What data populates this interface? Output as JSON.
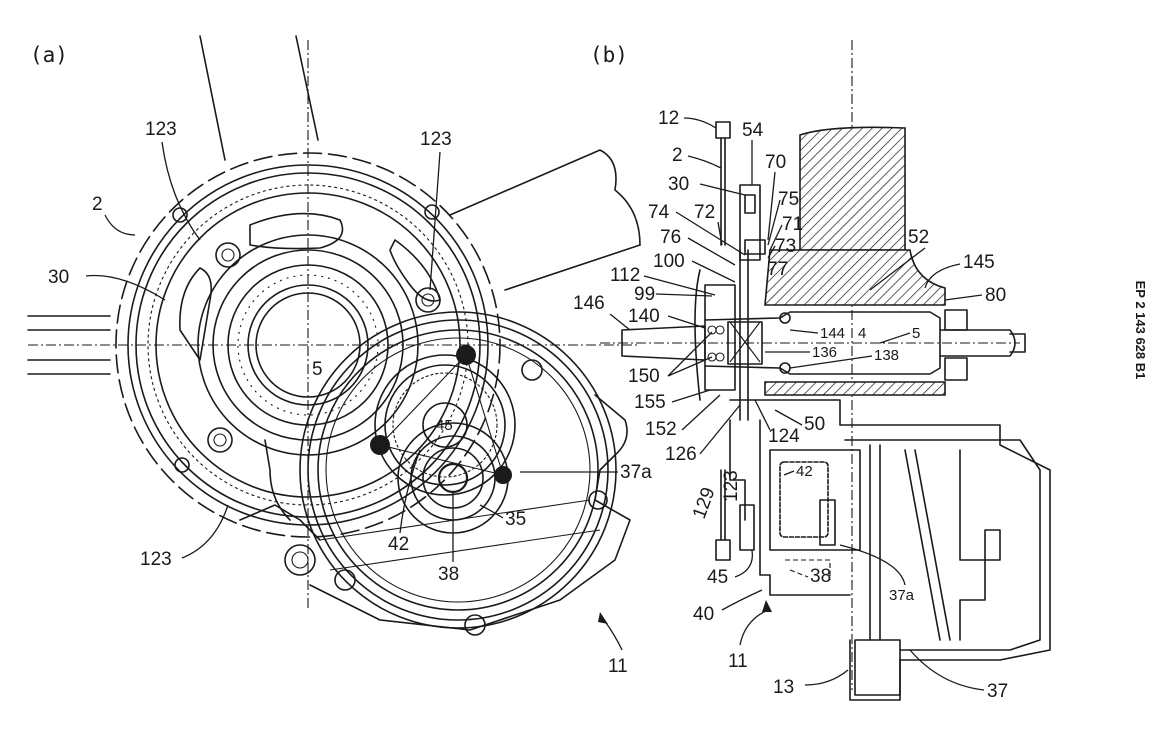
{
  "publication_number": "EP 2 143 628 B1",
  "figures": [
    {
      "id": "a",
      "caption": "(a)",
      "labels": [
        "123",
        "123",
        "2",
        "30",
        "5",
        "45",
        "37a",
        "35",
        "42",
        "38",
        "123",
        "11"
      ]
    },
    {
      "id": "b",
      "caption": "(b)",
      "labels": [
        "12",
        "54",
        "2",
        "70",
        "30",
        "75",
        "74",
        "72",
        "71",
        "76",
        "73",
        "52",
        "100",
        "77",
        "145",
        "112",
        "80",
        "99",
        "146",
        "140",
        "144",
        "4",
        "5",
        "136",
        "138",
        "150",
        "155",
        "152",
        "50",
        "124",
        "126",
        "42",
        "123",
        "129",
        "45",
        "38",
        "37a",
        "40",
        "11",
        "13",
        "37"
      ]
    }
  ],
  "colors": {
    "ink": "#1a1a1a",
    "paper": "#ffffff"
  }
}
